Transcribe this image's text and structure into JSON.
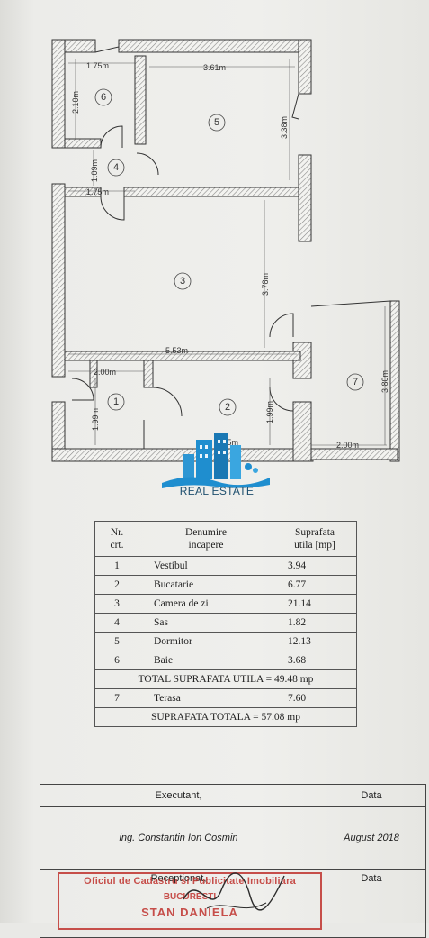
{
  "plan": {
    "dims": {
      "d1": "1.75m",
      "d2": "3.61m",
      "d3": "2.10m",
      "d4": "3.38m",
      "d5": "1.09m",
      "d6": "1.75m",
      "d7": "3.78m",
      "d8": "5.53m",
      "d9": "2.00m",
      "d10": "1.99m",
      "d11": "1.99m",
      "d12": "3.80m",
      "d13": "2.00m",
      "d14": "2.55m"
    },
    "rooms": [
      "1",
      "2",
      "3",
      "4",
      "5",
      "6",
      "7"
    ]
  },
  "logo": {
    "text": "REAL ESTATE",
    "colors": {
      "primary": "#1f8ecf",
      "dark": "#1e4f6e"
    }
  },
  "area_table": {
    "header": {
      "nr": "Nr.\ncrt.",
      "name": "Denumire\nincapere",
      "area": "Suprafata\nutila [mp]"
    },
    "rows": [
      {
        "nr": "1",
        "name": "Vestibul",
        "area": "3.94"
      },
      {
        "nr": "2",
        "name": "Bucatarie",
        "area": "6.77"
      },
      {
        "nr": "3",
        "name": "Camera de zi",
        "area": "21.14"
      },
      {
        "nr": "4",
        "name": "Sas",
        "area": "1.82"
      },
      {
        "nr": "5",
        "name": "Dormitor",
        "area": "12.13"
      },
      {
        "nr": "6",
        "name": "Baie",
        "area": "3.68"
      }
    ],
    "total_util": "TOTAL SUPRAFATA UTILA = 49.48 mp",
    "terrace": {
      "nr": "7",
      "name": "Terasa",
      "area": "7.60"
    },
    "total": "SUPRAFATA TOTALA = 57.08 mp"
  },
  "stamp": {
    "executant_label": "Executant,",
    "date_label": "Data",
    "executant_name": "ing. Constantin Ion Cosmin",
    "executant_date": "August 2018",
    "receptionat_label": "Receptionat,",
    "date_label2": "Data",
    "red_stamp": {
      "line1": "Oficiul de Cadastru si Publicitate Imobiliara",
      "line2": "BUCURESTI",
      "line3": "STAN DANIELA"
    },
    "colors": {
      "red": "#c0332e"
    }
  }
}
